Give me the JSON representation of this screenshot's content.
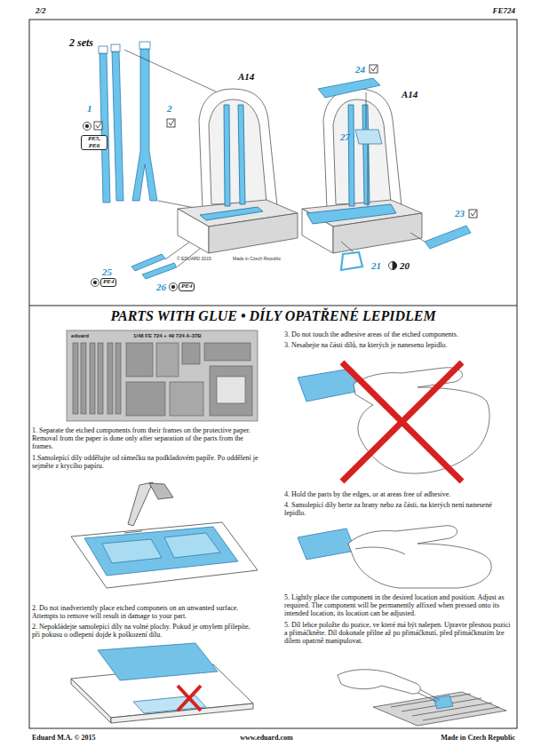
{
  "diagram": {
    "title": "PARTS WITH GLUE • DÍLY OPATŘENÉ LEPIDLEM",
    "labels": [
      "2/2",
      "FE724",
      "2 sets",
      "1",
      "PE5, PE6",
      "2",
      "A14",
      "25",
      "PE4",
      "26",
      "PE4",
      "© EDUARD 2015",
      "Made in Czech Republic",
      "24",
      "A14",
      "27",
      "23",
      "21",
      "20",
      "eduard",
      "1/48 FE 724 + 49 724 A-37B",
      "1. Separate the etched components from their frames on the protective paper. Removal from the paper is done only after separation of the parts from the frames.",
      "1.Samolepící díly oddělujte od rámečku na podkladovém papíře. Po oddělení je sejměte z krycího papíru.",
      "2. Do not inadvertently place etched componets on an unwanted surface. Attempts to remove will result in damage to your part.",
      "2. Nepokládejte samolepící díly na volné plochy. Pokud je omylem přilepíte, při pokusu o odlepení dojde k poškození dílu.",
      "3. Do not touch the adhesive areas of the etched components.",
      "3. Nesahejte na části dílů, na kterých je naneseno lepidlo.",
      "4. Hold the parts by the edges, or at areas free of adhesive.",
      "4. Samolepící díly berte za hrany nebo za části, na kterých není nanesené lepidlo.",
      "5. Lightly place the component in the desired location and position. Adjust as required. The component will be permanently affixed when pressed onto its intended location, its location can be adjusted.",
      "5. Díl lehce položte do pozice, ve které má být nalepen. Upravte přesnou pozici a přimáčkněte. Díl dokonale přilne až po přimáčknutí, před přimáčknutím lze dílem opatrně manipulovat.",
      "Eduard M.A. © 2015",
      "www.eduard.com",
      "Made in Czech Republic"
    ]
  }
}
